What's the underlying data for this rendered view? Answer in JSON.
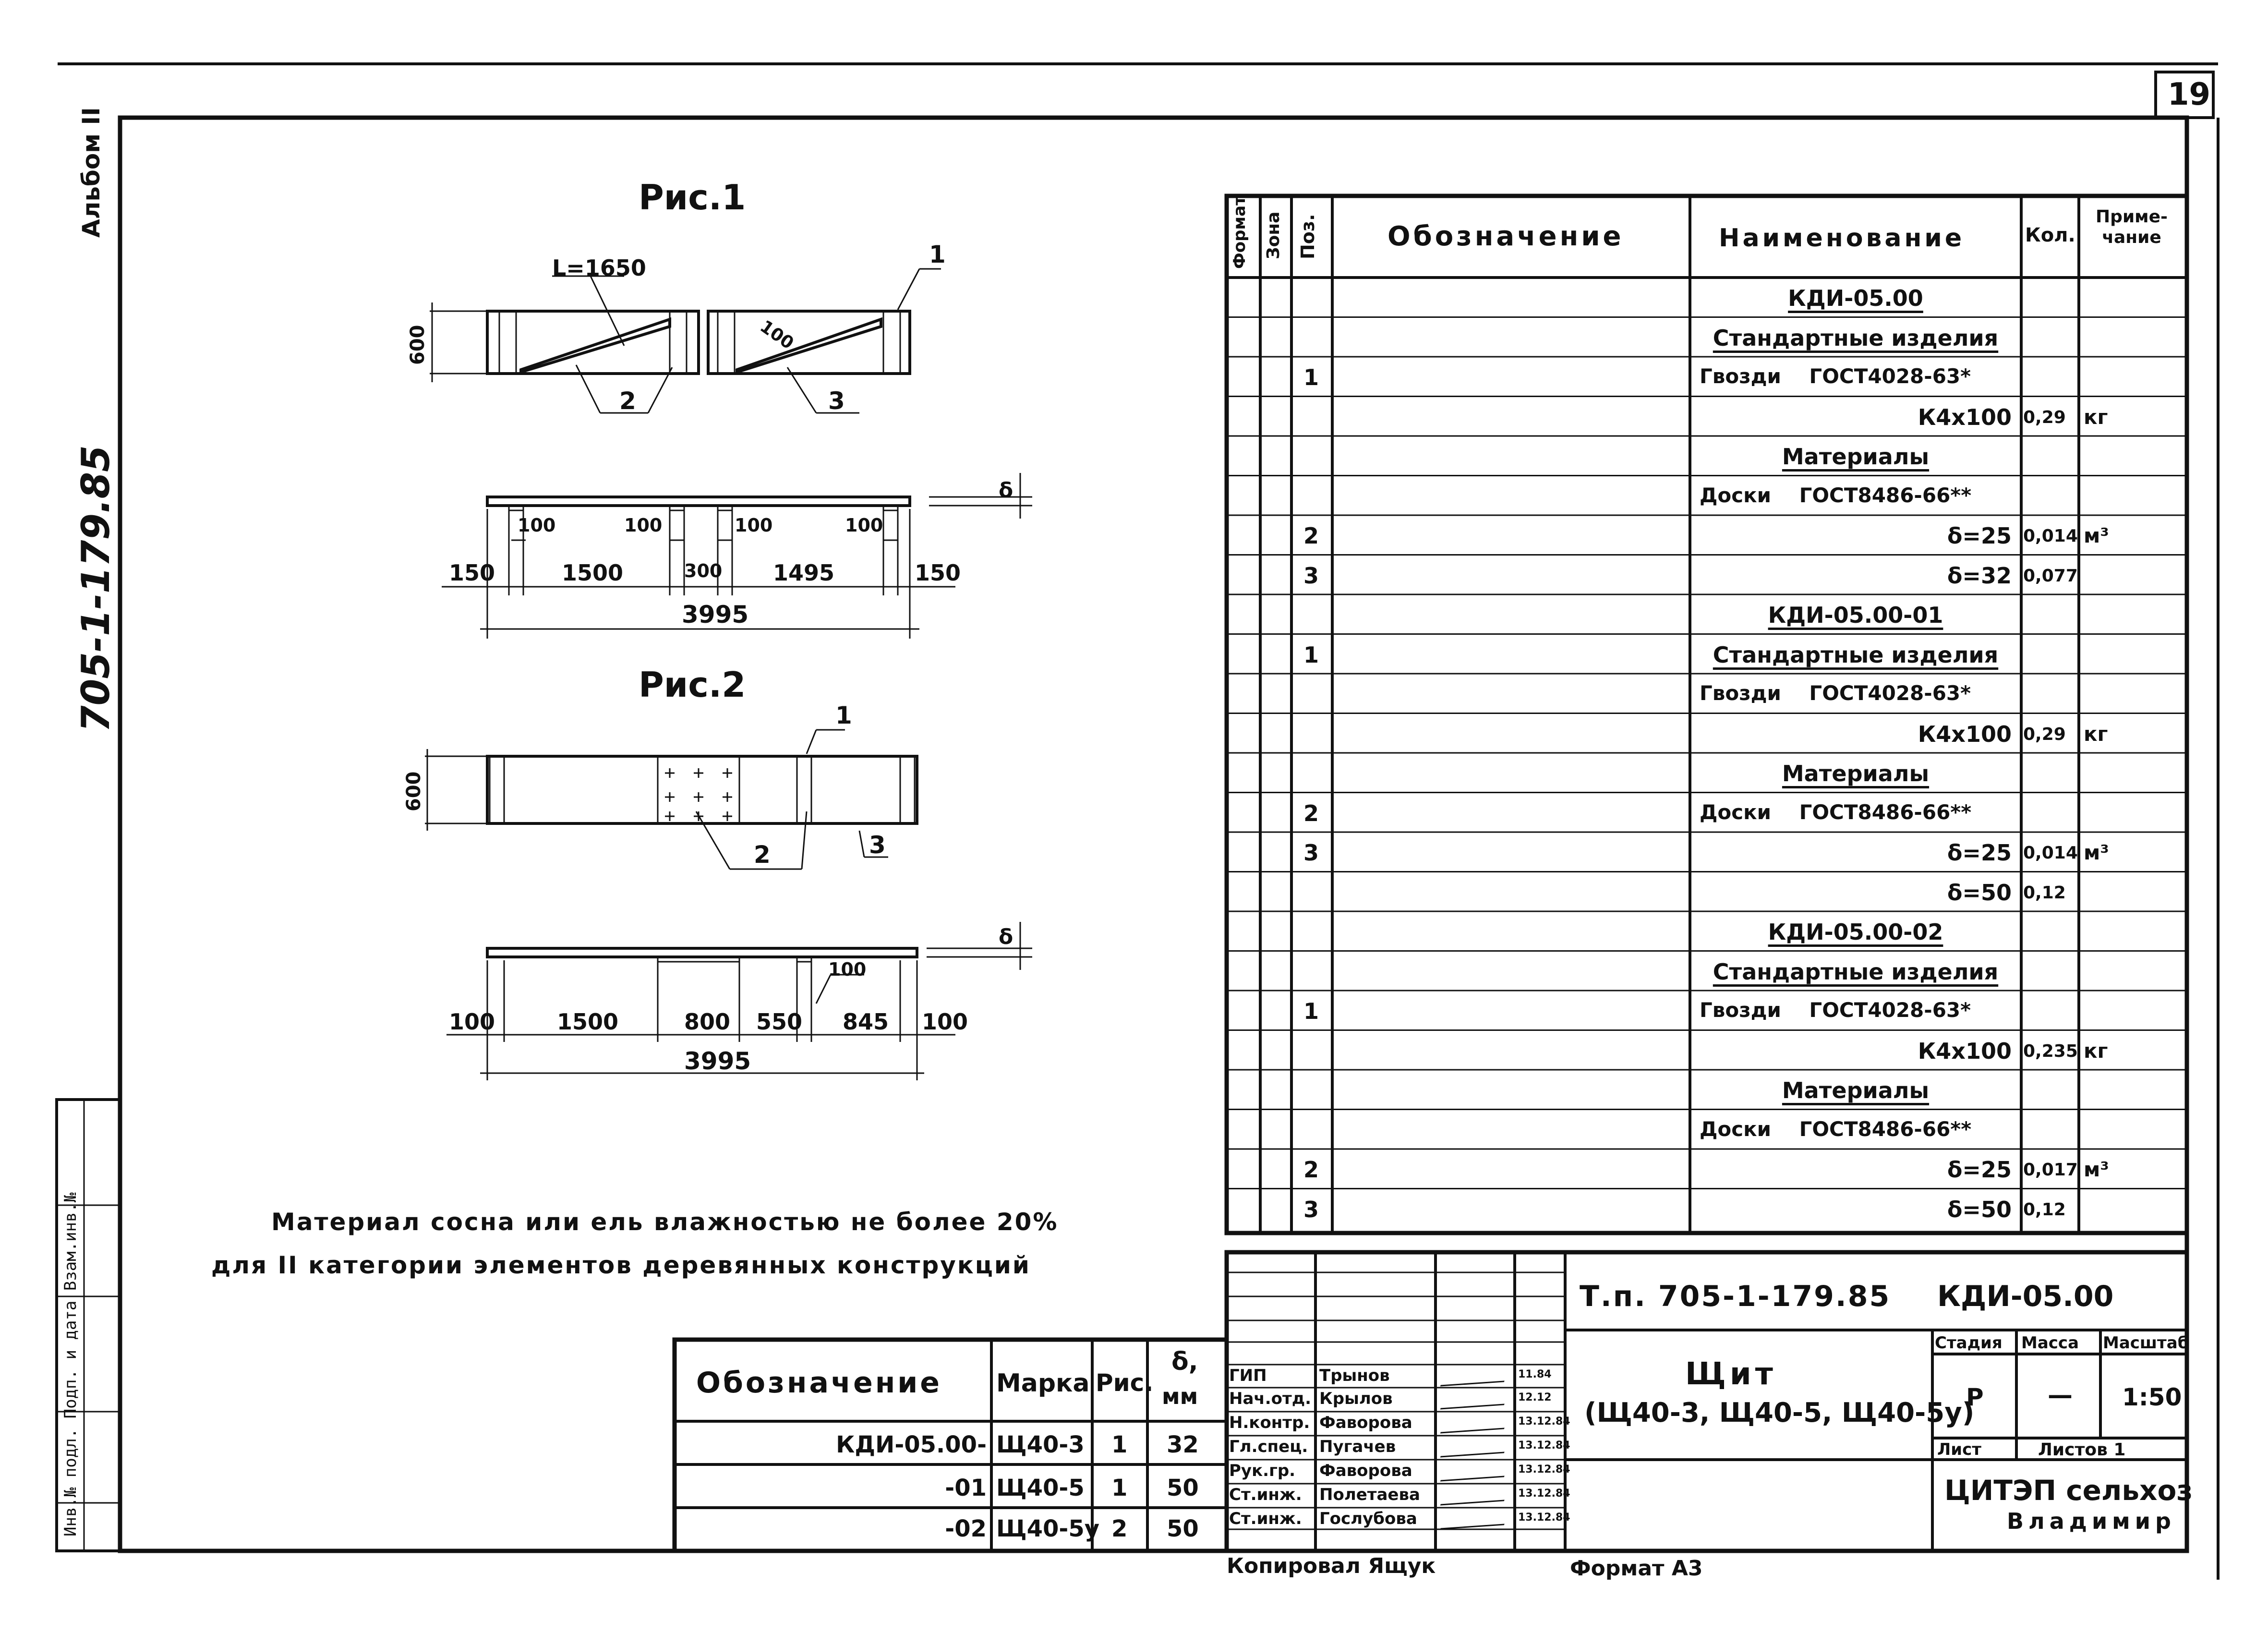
{
  "sheet": {
    "sheet_number": "19",
    "album_label": "Альбом II",
    "project_code_vertical": "705-1-179.85",
    "stamp_vertical": "Инв.№ подл.   Подп. и дата   Взам.инв.№"
  },
  "figures": {
    "fig1_title": "Рис.1",
    "fig2_title": "Рис.2",
    "fig1": {
      "length_label": "L=1650",
      "height_label": "600",
      "pos_1": "1",
      "pos_2": "2",
      "pos_3": "3",
      "strut_label": "100",
      "delta": "δ",
      "dims": [
        "150",
        "100",
        "1500",
        "100",
        "300",
        "100",
        "1495",
        "100",
        "150"
      ],
      "total": "3995"
    },
    "fig2": {
      "height_label": "600",
      "pos_1": "1",
      "pos_2": "2",
      "pos_3": "3",
      "delta": "δ",
      "dims": [
        "100",
        "1500",
        "800",
        "550",
        "100",
        "845",
        "100"
      ],
      "total": "3995"
    }
  },
  "note": {
    "line1": "Материал сосна или ель влажностью не более 20%",
    "line2": "для II категории элементов деревянных конструкций"
  },
  "spec_table": {
    "headers": {
      "format": "Формат",
      "zone": "Зона",
      "pos": "Поз.",
      "designation": "Обозначение",
      "name": "Наименование",
      "qty": "Кол.",
      "note": "Приме-чание"
    },
    "rows": [
      {
        "pos": "",
        "name": "КДИ-05.00",
        "qty": "",
        "unit": "",
        "style": "center-ul"
      },
      {
        "pos": "",
        "name": "Стандартные изделия",
        "qty": "",
        "unit": "",
        "style": "center-ul"
      },
      {
        "pos": "1",
        "name": "Гвозди    ГОСТ4028-63*",
        "qty": "",
        "unit": "",
        "style": "left"
      },
      {
        "pos": "",
        "name": "К4х100",
        "qty": "0,29",
        "unit": "кг",
        "style": "right"
      },
      {
        "pos": "",
        "name": "Материалы",
        "qty": "",
        "unit": "",
        "style": "center-ul"
      },
      {
        "pos": "",
        "name": "Доски    ГОСТ8486-66**",
        "qty": "",
        "unit": "",
        "style": "left"
      },
      {
        "pos": "2",
        "name": "δ=25",
        "qty": "0,014",
        "unit": "м³",
        "style": "right"
      },
      {
        "pos": "3",
        "name": "δ=32",
        "qty": "0,077",
        "unit": "",
        "style": "right"
      },
      {
        "pos": "",
        "name": "КДИ-05.00-01",
        "qty": "",
        "unit": "",
        "style": "center-ul"
      },
      {
        "pos": "1",
        "name": "Стандартные изделия",
        "qty": "",
        "unit": "",
        "style": "center-ul"
      },
      {
        "pos": "",
        "name": "Гвозди    ГОСТ4028-63*",
        "qty": "",
        "unit": "",
        "style": "left"
      },
      {
        "pos": "",
        "name": "К4х100",
        "qty": "0,29",
        "unit": "кг",
        "style": "right"
      },
      {
        "pos": "",
        "name": "Материалы",
        "qty": "",
        "unit": "",
        "style": "center-ul"
      },
      {
        "pos": "2",
        "name": "Доски    ГОСТ8486-66**",
        "qty": "",
        "unit": "",
        "style": "left"
      },
      {
        "pos": "3",
        "name": "δ=25",
        "qty": "0,014",
        "unit": "м³",
        "style": "right"
      },
      {
        "pos": "",
        "name": "δ=50",
        "qty": "0,12",
        "unit": "",
        "style": "right"
      },
      {
        "pos": "",
        "name": "КДИ-05.00-02",
        "qty": "",
        "unit": "",
        "style": "center-ul"
      },
      {
        "pos": "",
        "name": "Стандартные изделия",
        "qty": "",
        "unit": "",
        "style": "center-ul"
      },
      {
        "pos": "1",
        "name": "Гвозди    ГОСТ4028-63*",
        "qty": "",
        "unit": "",
        "style": "left"
      },
      {
        "pos": "",
        "name": "К4х100",
        "qty": "0,235",
        "unit": "кг",
        "style": "right"
      },
      {
        "pos": "",
        "name": "Материалы",
        "qty": "",
        "unit": "",
        "style": "center-ul"
      },
      {
        "pos": "",
        "name": "Доски    ГОСТ8486-66**",
        "qty": "",
        "unit": "",
        "style": "left"
      },
      {
        "pos": "2",
        "name": "δ=25",
        "qty": "0,017",
        "unit": "м³",
        "style": "right"
      },
      {
        "pos": "3",
        "name": "δ=50",
        "qty": "0,12",
        "unit": "",
        "style": "right"
      }
    ]
  },
  "variants_table": {
    "headers": {
      "designation": "Обозначение",
      "mark": "Марка",
      "fig": "Рис.",
      "delta": "δ,",
      "mm": "мм"
    },
    "rows": [
      {
        "designation": "КДИ-05.00-",
        "mark": "Щ40-3",
        "fig": "1",
        "delta": "32"
      },
      {
        "designation": "-01",
        "mark": "Щ40-5",
        "fig": "1",
        "delta": "50"
      },
      {
        "designation": "-02",
        "mark": "Щ40-5у",
        "fig": "2",
        "delta": "50"
      }
    ]
  },
  "title_block": {
    "project": "Т.п. 705-1-179.85",
    "doc_code": "КДИ-05.00",
    "item_name": "Щит",
    "item_variants": "(Щ40-3, Щ40-5, Щ40-5у)",
    "stage_label": "Стадия",
    "mass_label": "Масса",
    "scale_label": "Масштаб",
    "stage": "Р",
    "mass": "—",
    "scale": "1:50",
    "sheet_label": "Лист",
    "sheets_label": "Листов 1",
    "org_line1": "ЦИТЭП сельхоз",
    "org_line2": "Владимир",
    "signers": [
      {
        "role": "ГИП",
        "name": "Трынов",
        "date": "11.84"
      },
      {
        "role": "Нач.отд.",
        "name": "Крылов",
        "date": "12.12"
      },
      {
        "role": "Н.контр.",
        "name": "Фаворова",
        "date": "13.12.84"
      },
      {
        "role": "Гл.спец.",
        "name": "Пугачев",
        "date": "13.12.84"
      },
      {
        "role": "Рук.гр.",
        "name": "Фаворова",
        "date": "13.12.84"
      },
      {
        "role": "Ст.инж.",
        "name": "Полетаева",
        "date": "13.12.84"
      },
      {
        "role": "Ст.инж.",
        "name": "Гослубова",
        "date": "13.12.84"
      }
    ]
  },
  "footer": {
    "copied": "Копировал Ящук",
    "format": "Формат А3"
  }
}
